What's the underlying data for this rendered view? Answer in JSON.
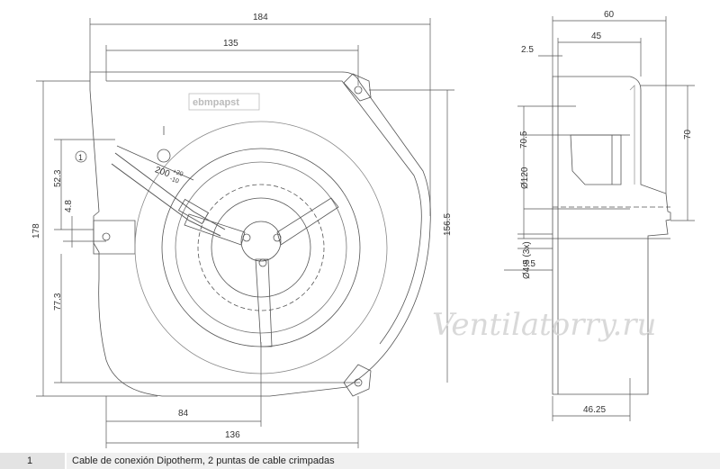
{
  "front_view": {
    "dims": {
      "width_top": "184",
      "width_inner_top": "135",
      "height_left": "178",
      "upper_offset": "52.3",
      "small_offset": "4.8",
      "lower_offset": "77.3",
      "height_right": "156.5",
      "bottom_inner": "84",
      "bottom_total": "136",
      "cable_length": "200",
      "cable_tol_plus": "+20",
      "cable_tol_minus": "-10"
    },
    "callout": "1",
    "logo": "ebmpapst"
  },
  "side_view": {
    "dims": {
      "depth_total": "60",
      "depth_inner": "45",
      "flange": "2.5",
      "inlet_height": "70.5",
      "outlet_height": "70",
      "inlet_diameter": "Ø120",
      "hole_diameter": "Ø4.5 (3x)",
      "hole_spacing": "3.5",
      "bottom_depth": "46.25"
    }
  },
  "watermark": "Ventilatorry.ru",
  "legend": {
    "number": "1",
    "text": "Cable de conexión Dipotherm, 2 puntas de cable crimpadas"
  }
}
